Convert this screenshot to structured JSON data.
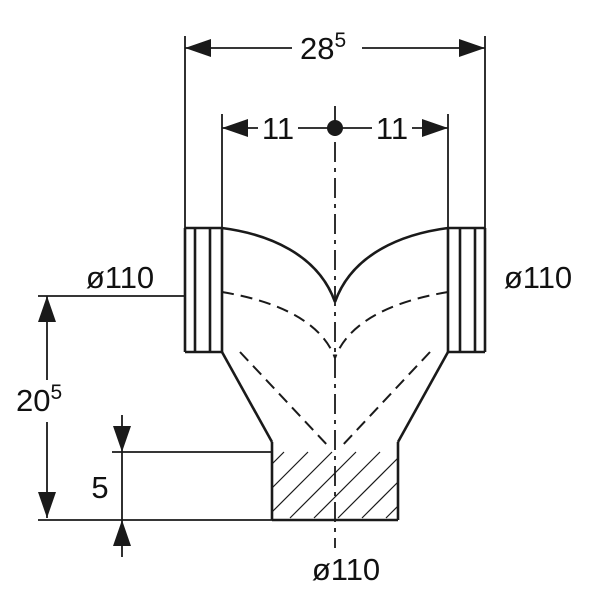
{
  "page": {
    "background": "#ffffff"
  },
  "drawing": {
    "kind": "technical-dimension-drawing",
    "subject": "y-branch-pipe-fitting",
    "line_color": "#1a1a1a",
    "labels": {
      "overall_width_main": "28",
      "overall_width_sup": "5",
      "left_branch_offset": "11",
      "right_branch_offset": "11",
      "left_socket_diameter": "ø110",
      "right_socket_diameter": "ø110",
      "bottom_outlet_diameter": "ø110",
      "overall_height_main": "20",
      "overall_height_sup": "5",
      "insertion_depth": "5"
    }
  }
}
